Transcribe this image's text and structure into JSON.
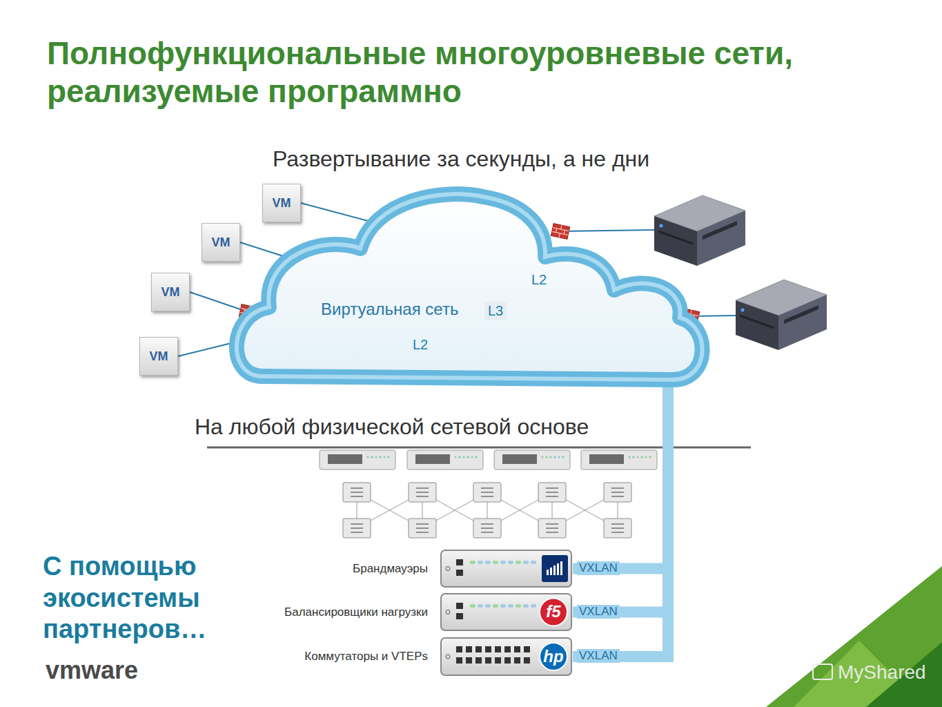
{
  "diagram": {
    "title": "Полнофункциональные многоуровневые сети, реализуемые программно",
    "nodes": [
      {
        "text": [
          "Виртуальная сеть"
        ]
      },
      {
        "text": [
          "VM"
        ]
      },
      {
        "text": [
          "VM"
        ]
      },
      {
        "text": [
          "VM"
        ]
      },
      {
        "text": [
          "VM"
        ]
      },
      {
        "text": [
          "Брандмауэры"
        ]
      },
      {
        "text": [
          "Балансировщики нагрузки"
        ]
      },
      {
        "text": [
          "Коммутаторы и VTEPs"
        ]
      }
    ],
    "edges": [
      {
        "from": 1,
        "to": 0,
        "arrow": "none"
      },
      {
        "from": 2,
        "to": 0,
        "arrow": "none"
      },
      {
        "from": 3,
        "to": 0,
        "arrow": "none"
      },
      {
        "from": 4,
        "to": 0,
        "arrow": "none"
      },
      {
        "from": 5,
        "to": 0,
        "label": "VXLAN",
        "arrow": "none"
      },
      {
        "from": 6,
        "to": 0,
        "label": "VXLAN",
        "arrow": "none"
      },
      {
        "from": 7,
        "to": 0,
        "label": "VXLAN",
        "arrow": "none"
      }
    ],
    "labels": [
      "Развертывание за секунды, а не дни",
      "L2",
      "L3",
      "L2",
      "На любой физической сетевой основе",
      "С помощью экосистемы партнеров…",
      "f5",
      "hp",
      "vmware",
      "MyShared"
    ]
  }
}
